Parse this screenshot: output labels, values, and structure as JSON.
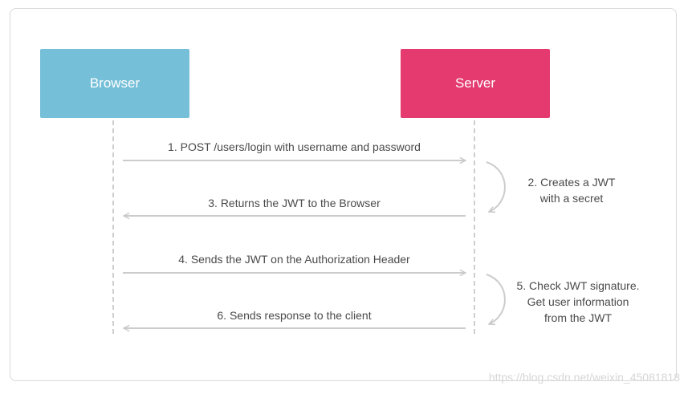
{
  "diagram": {
    "actors": {
      "browser": {
        "label": "Browser",
        "color": "#76bfd8"
      },
      "server": {
        "label": "Server",
        "color": "#e43a6f"
      }
    },
    "messages": [
      {
        "label": "1. POST /users/login with username and password",
        "direction": "to-server"
      },
      {
        "label": "3. Returns the JWT to the Browser",
        "direction": "to-browser"
      },
      {
        "label": "4. Sends the JWT on the Authorization Header",
        "direction": "to-server"
      },
      {
        "label": "6. Sends response to the client",
        "direction": "to-browser"
      }
    ],
    "notes": [
      {
        "lines": [
          "2. Creates a JWT",
          "with a secret"
        ]
      },
      {
        "lines": [
          "5. Check JWT signature.",
          "Get user information",
          "from the JWT"
        ]
      }
    ],
    "line_color": "#cccccc"
  },
  "watermark": "https://blog.csdn.net/weixin_45081818"
}
